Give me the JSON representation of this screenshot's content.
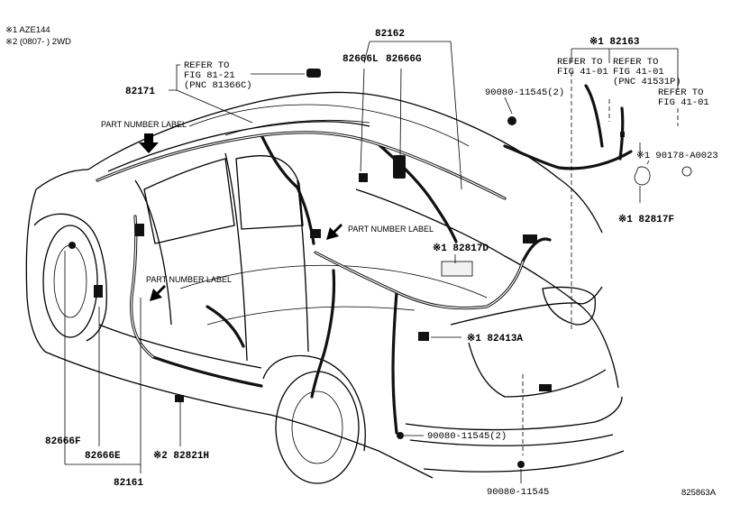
{
  "notes": {
    "line1": "※1 AZE144",
    "line2": "※2 (0807-      ) 2WD"
  },
  "parts": {
    "p82162": "82162",
    "p82666L": "82666L",
    "p82666G": "82666G",
    "p82171": "82171",
    "p82163": "※1 82163",
    "p90080_top": "90080-11545(2)",
    "p90178": "※1 90178-A0023",
    "p82817F": "※1 82817F",
    "p82817D": "※1 82817D",
    "p82413A": "※1 82413A",
    "p90080_mid": "90080-11545(2)",
    "p90080_bot": "90080-11545",
    "p82666F": "82666F",
    "p82666E": "82666E",
    "p82821H": "※2 82821H",
    "p82161": "82161"
  },
  "refs": {
    "ref1": {
      "l1": "REFER TO",
      "l2": "FIG 81-21",
      "l3": "(PNC 81366C)"
    },
    "ref2": {
      "l1": "REFER TO",
      "l2": "FIG 41-01"
    },
    "ref3": {
      "l1": "REFER TO",
      "l2": "FIG 41-01",
      "l3": "(PNC 41531P)"
    },
    "ref4": {
      "l1": "REFER TO",
      "l2": "FIG 41-01"
    }
  },
  "labels": {
    "pnl1": "PART NUMBER LABEL",
    "pnl2": "PART NUMBER LABEL",
    "pnl3": "PART NUMBER LABEL"
  },
  "figure_id": "825863A"
}
